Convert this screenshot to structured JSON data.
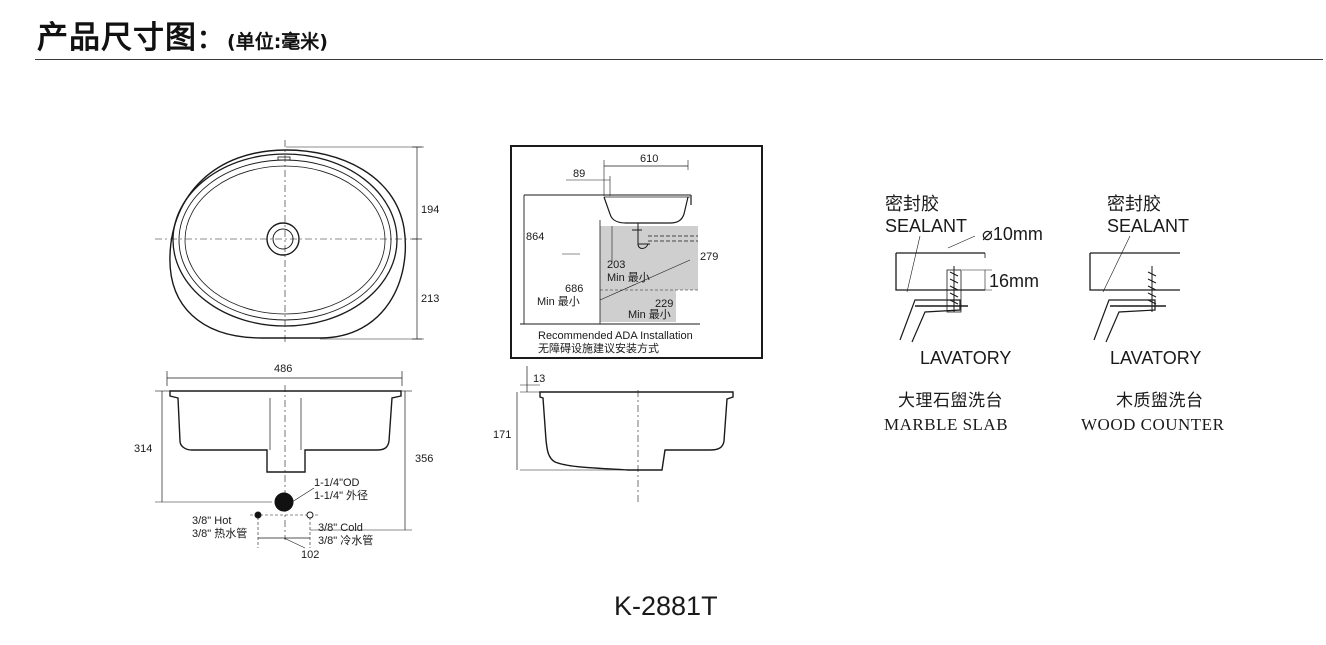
{
  "header": {
    "title": "产品尺寸图",
    "colon": "：",
    "unit": "(单位:毫米)"
  },
  "top_view": {
    "dim_width": "486",
    "dim_upper": "194",
    "dim_lower": "213"
  },
  "front_view": {
    "dim_height_left": "314",
    "dim_height_right": "356",
    "od_line1": "1-1/4\"OD",
    "od_line2": "1-1/4\"  外径",
    "hot_line1": "3/8\" Hot",
    "hot_line2": "3/8\"  热水管",
    "cold_line1": "3/8\" Cold",
    "cold_line2": "3/8\"  冷水管",
    "dim_spacing": "102"
  },
  "ada_box": {
    "dim_610": "610",
    "dim_89": "89",
    "dim_864": "864",
    "dim_203": "203",
    "min_203": "Min  最小",
    "dim_686": "686",
    "min_686": "Min  最小",
    "dim_279": "279",
    "dim_229": "229",
    "min_229": "Min  最小",
    "caption_en": "Recommended ADA Installation",
    "caption_cn": "无障碍设施建议安装方式"
  },
  "side_view": {
    "dim_13": "13",
    "dim_171": "171"
  },
  "marble": {
    "sealant_cn": "密封胶",
    "sealant_en": "SEALANT",
    "dia_label": "⌀10mm",
    "depth_label": "16mm",
    "lavatory": "LAVATORY",
    "name_cn": "大理石盥洗台",
    "name_en": "MARBLE SLAB"
  },
  "wood": {
    "sealant_cn": "密封胶",
    "sealant_en": "SEALANT",
    "lavatory": "LAVATORY",
    "name_cn": "木质盥洗台",
    "name_en": "WOOD COUNTER"
  },
  "model": "K-2881T"
}
